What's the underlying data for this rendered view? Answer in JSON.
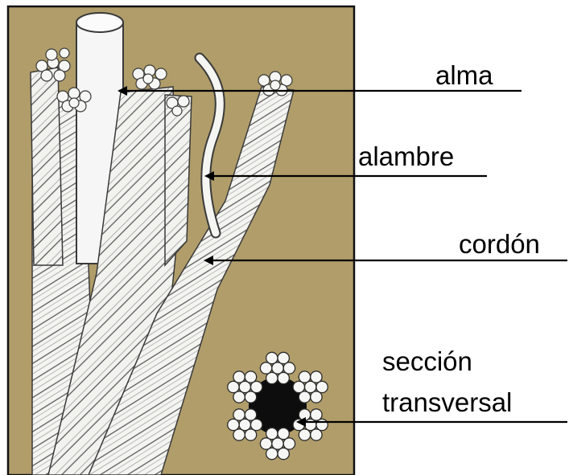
{
  "labels": {
    "core": "alma",
    "wire": "alambre",
    "strand": "cordón",
    "cross_section_line1": "sección",
    "cross_section_line2": "transversal"
  },
  "colors": {
    "panel_fill": "#b09d6a",
    "frame": "#111111",
    "wire_fill": "#f4f4f0",
    "wire_outline": "#3a3a3a",
    "core_fill": "#f6f6f6",
    "section_core": "#0d0d0d",
    "leader": "#000000"
  }
}
